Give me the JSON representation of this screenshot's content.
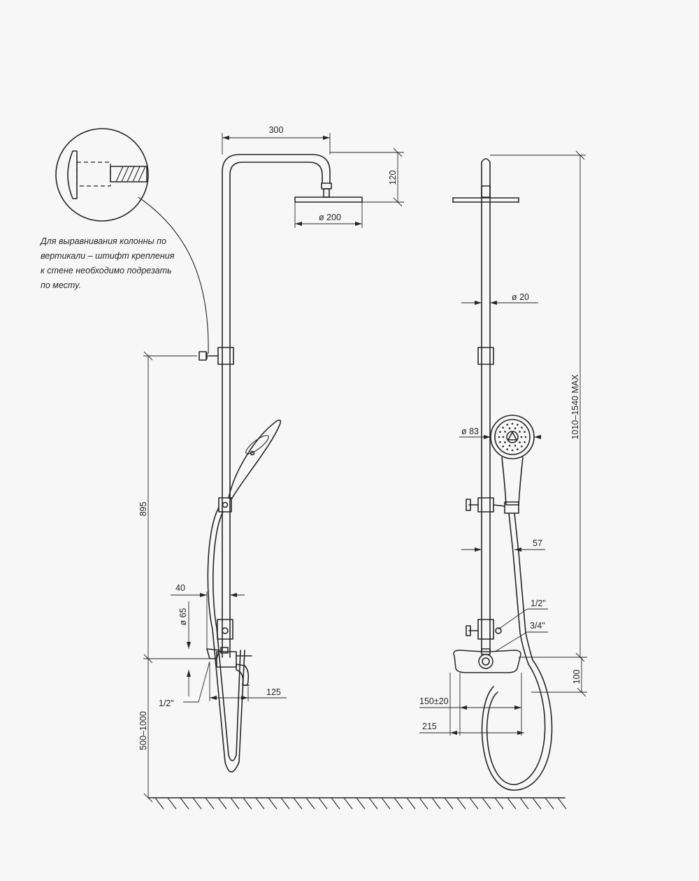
{
  "note_lines": [
    "Для выравнивания колонны по",
    "вертикали – штифт крепления",
    "к стене необходимо подрезать",
    "по месту."
  ],
  "dims": {
    "arm_length": "300",
    "head_height": "120",
    "head_diameter": "ø 200",
    "bar_diameter": "ø 20",
    "total_height": "1010–1540 MAX",
    "hand_diameter": "ø 83",
    "holder_depth": "57",
    "bracket_height": "895",
    "bottom_range": "500–1000",
    "spout_offset": "40",
    "mixer_diameter": "ø 65",
    "inlet_left": "1/2\"",
    "spout_length": "125",
    "inlet_right_half": "1/2\"",
    "inlet_right_threequarter": "3/4\"",
    "mixer_height": "100",
    "centers": "150±20",
    "mixer_width": "215"
  }
}
